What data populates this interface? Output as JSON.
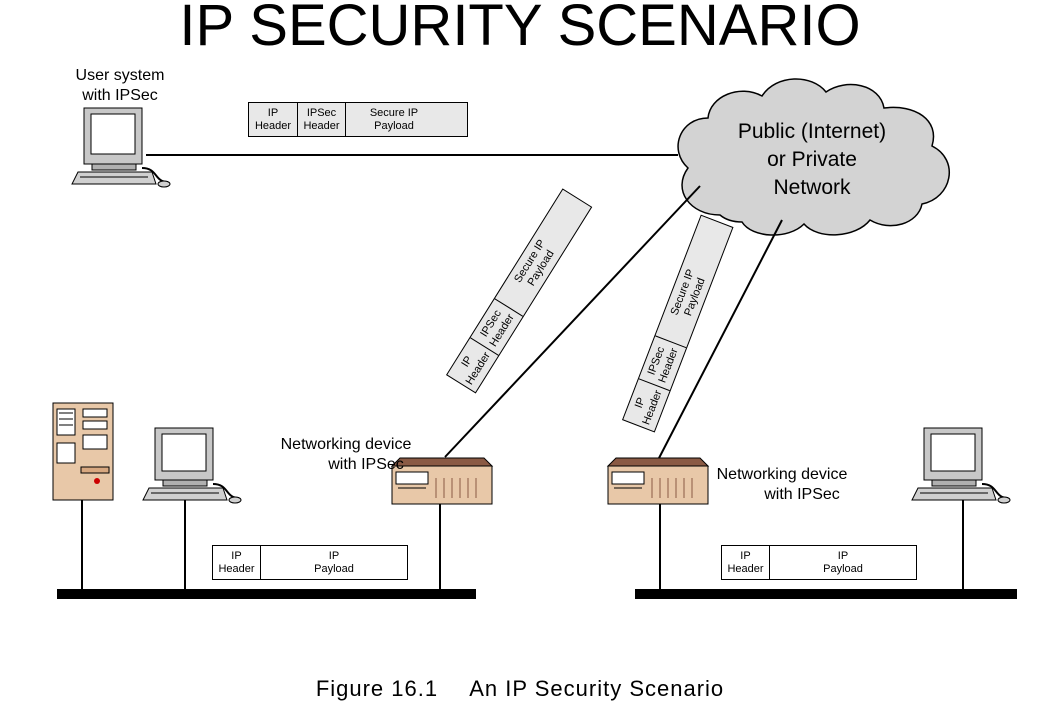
{
  "title": "IP SECURITY SCENARIO",
  "labels": {
    "user_system": [
      "User system",
      "with IPSec"
    ],
    "net_device_left": [
      "Networking device",
      "with IPSec"
    ],
    "net_device_right": [
      "Networking device",
      "with IPSec"
    ]
  },
  "cloud": [
    "Public (Internet)",
    "or Private",
    "Network"
  ],
  "packet_secure": {
    "ip_header": [
      "IP",
      "Header"
    ],
    "ipsec_header": [
      "IPSec",
      "Header"
    ],
    "payload": [
      "Secure IP",
      "Payload"
    ]
  },
  "packet_plain": {
    "ip_header": [
      "IP",
      "Header"
    ],
    "payload": [
      "IP",
      "Payload"
    ]
  },
  "caption": {
    "figure": "Figure 16.1",
    "text": "An IP Security Scenario"
  },
  "colors": {
    "cloud_fill": "#d3d3d3",
    "packet_fill": "#e8e8e8",
    "device_tan": "#e8c8a8",
    "device_brown": "#8a5a44",
    "network_bar": "#000000"
  }
}
